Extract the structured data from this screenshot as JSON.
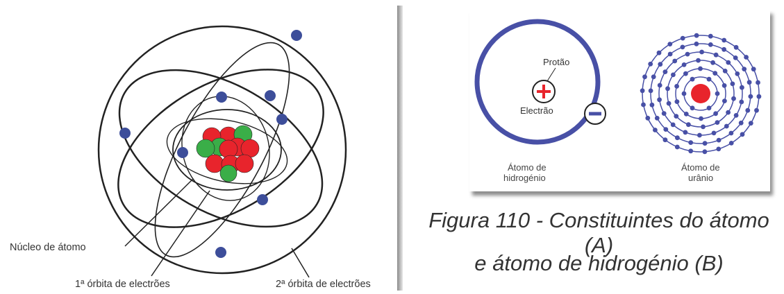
{
  "colors": {
    "orbit": "#222222",
    "electron_a": "#3d4e9a",
    "proton": "#e8242c",
    "neutron": "#3aae48",
    "electron_b": "#4850a6",
    "shadow": "#8a8a8a"
  },
  "figure_a": {
    "label_nucleus": "Núcleo de átomo",
    "label_orbit1": "1ª órbita de electrões",
    "label_orbit2": "2ª órbita de electrões"
  },
  "figure_b": {
    "hydrogen": {
      "label_proton": "Protão",
      "label_electron": "Electrão",
      "name_line1": "Átomo de",
      "name_line2": "hidrogénio"
    },
    "uranium": {
      "name_line1": "Átomo de",
      "name_line2": "urânio"
    }
  },
  "caption": {
    "line1": "Figura 110 - Constituintes do átomo (A)",
    "line2": "e átomo de hidrogénio (B)"
  }
}
